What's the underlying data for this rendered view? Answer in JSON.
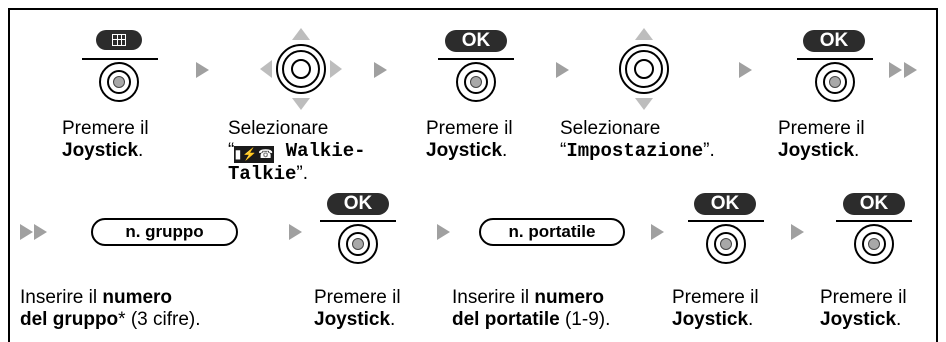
{
  "labels": {
    "ok": "OK",
    "group_pill": "n. gruppo",
    "handset_pill": "n. portatile"
  },
  "text": {
    "premere": "Premere il",
    "joystick": "Joystick",
    "period": ".",
    "selezionare": "Selezionare",
    "quote_open": "“",
    "quote_close": "”.",
    "walkie_1": " Walkie-",
    "walkie_2": "Talkie",
    "impostazione": "Impostazione",
    "inserire": "Inserire il ",
    "numero": "numero",
    "del_gruppo": "del gruppo",
    "gruppo_suffix": "* (3 cifre).",
    "del_portatile": "del portatile",
    "portatile_suffix": " (1-9)."
  },
  "icons": [
    "menu-grid-icon",
    "joystick-icon",
    "navigator-4way-icon",
    "navigator-updown-icon",
    "walkie-talkie-icon",
    "arrow-right-icon",
    "double-arrow-right-icon"
  ]
}
